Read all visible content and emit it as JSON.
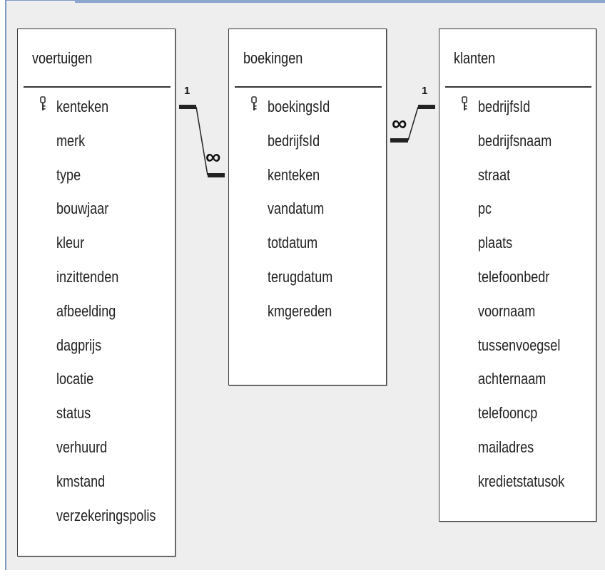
{
  "tables": [
    {
      "name": "voertuigen",
      "fields": [
        {
          "name": "kenteken",
          "primary_key": true,
          "icon": "key-icon"
        },
        {
          "name": "merk"
        },
        {
          "name": "type"
        },
        {
          "name": "bouwjaar"
        },
        {
          "name": "kleur"
        },
        {
          "name": "inzittenden"
        },
        {
          "name": "afbeelding"
        },
        {
          "name": "dagprijs"
        },
        {
          "name": "locatie"
        },
        {
          "name": "status"
        },
        {
          "name": "verhuurd"
        },
        {
          "name": "kmstand"
        },
        {
          "name": "verzekeringspolis"
        }
      ]
    },
    {
      "name": "boekingen",
      "fields": [
        {
          "name": "boekingsId",
          "primary_key": true,
          "icon": "key-icon"
        },
        {
          "name": "bedrijfsId"
        },
        {
          "name": "kenteken"
        },
        {
          "name": "vandatum"
        },
        {
          "name": "totdatum"
        },
        {
          "name": "terugdatum"
        },
        {
          "name": "kmgereden"
        }
      ]
    },
    {
      "name": "klanten",
      "fields": [
        {
          "name": "bedrijfsId",
          "primary_key": true,
          "icon": "key-icon"
        },
        {
          "name": "bedrijfsnaam"
        },
        {
          "name": "straat"
        },
        {
          "name": "pc"
        },
        {
          "name": "plaats"
        },
        {
          "name": "telefoonbedr"
        },
        {
          "name": "voornaam"
        },
        {
          "name": "tussenvoegsel"
        },
        {
          "name": "achternaam"
        },
        {
          "name": "telefooncp"
        },
        {
          "name": "mailadres"
        },
        {
          "name": "kredietstatusok"
        }
      ]
    }
  ],
  "relationships": [
    {
      "from_table": "voertuigen",
      "from_field": "kenteken",
      "from_label": "1",
      "to_table": "boekingen",
      "to_field": "kenteken",
      "to_label": "∞"
    },
    {
      "from_table": "klanten",
      "from_field": "bedrijfsId",
      "from_label": "1",
      "to_table": "boekingen",
      "to_field": "bedrijfsId",
      "to_label": "∞"
    }
  ],
  "colors": {
    "canvas": "#eeeeee",
    "border_accent": "#7e98c4",
    "table_border": "#3a3a3a"
  }
}
